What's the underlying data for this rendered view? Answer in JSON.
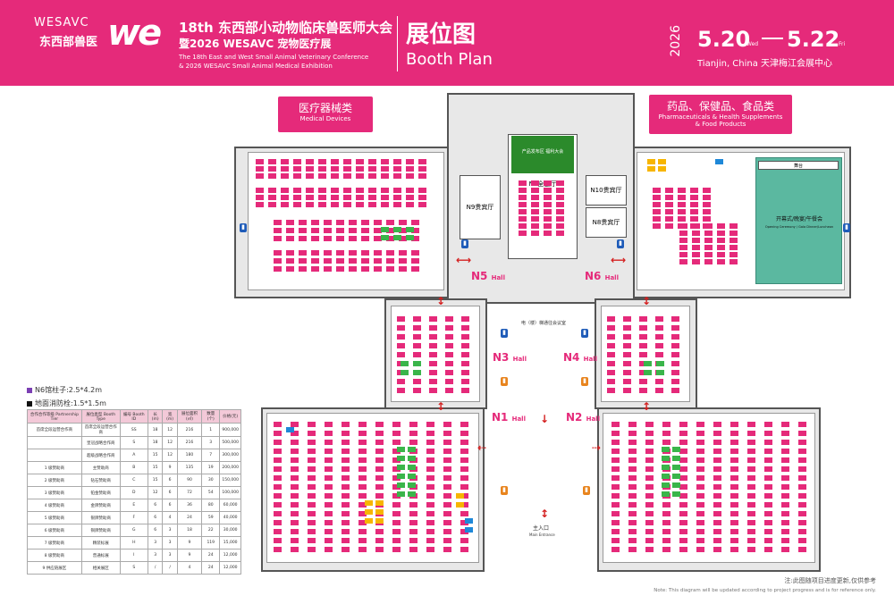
{
  "header": {
    "logo_text": "WESAVC",
    "logo_cn": "东西部兽医",
    "brand": "we",
    "title": "18th 东西部小动物临床兽医师大会",
    "subtitle": "暨2026 WESAVC 宠物医疗展",
    "en1": "The 18th East and West Small Animal Veterinary Conference",
    "en2": "& 2026 WESAVC Small Animal Medical Exhibition",
    "plan_cn": "展位图",
    "plan_en": "Booth Plan",
    "year": "2026",
    "date_start": "5.20",
    "wed": "Wed",
    "date_end": "5.22",
    "fri": "Fri",
    "location": "Tianjin, China   天津梅江会展中心"
  },
  "categories": {
    "medical_cn": "医疗器械类",
    "medical_en": "Medical Devices",
    "pharma_cn": "药品、保健品、食品类",
    "pharma_en1": "Pharmaceuticals & Health Supplements",
    "pharma_en2": "& Food Products"
  },
  "halls": {
    "n1": "N1",
    "n2": "N2",
    "n3": "N3",
    "n4": "N4",
    "n5": "N5",
    "n6": "N6",
    "hall": "Hall"
  },
  "rooms": {
    "n7": "N7全会厅",
    "n9": "N9贵宾厅",
    "n10": "N10贵宾厅",
    "n8": "N8贵宾厅",
    "product": "产品发布区 福利大会",
    "gala": "开幕式/晚宴/午餐会",
    "gala_en": "Opening Ceremony / Gala Dinner/Luncheon",
    "stage": "舞台",
    "elevator": "电（楼）梯通往会议室",
    "entrance": "主入口",
    "entrance_en": "Main Entrance"
  },
  "legend": {
    "pillar_n6": "N6馆柱子:2.5*4.2m",
    "fire": "地面消防栓:1.5*1.5m"
  },
  "tiers": {
    "headers": [
      "合作合作等级 Partnership Tier",
      "展位类型 Booth Type",
      "编号 Booth ID",
      "长(m)",
      "宽(m)",
      "展位面积(㎡)",
      "数量(个)",
      "价格(元)"
    ],
    "rows": [
      [
        "首席全段运营合作商",
        "首席全段运营合作商",
        "SS",
        "18",
        "12",
        "216",
        "1",
        "900,000"
      ],
      [
        "",
        "皇冠战略合作商",
        "S",
        "18",
        "12",
        "216",
        "3",
        "500,000"
      ],
      [
        "",
        "超级战略合作商",
        "A",
        "15",
        "12",
        "180",
        "7",
        "300,000"
      ],
      [
        "1 级赞助商",
        "主赞助商",
        "B",
        "15",
        "9",
        "135",
        "19",
        "200,000"
      ],
      [
        "2 级赞助商",
        "钻石赞助商",
        "C",
        "15",
        "6",
        "90",
        "30",
        "150,000"
      ],
      [
        "3 级赞助商",
        "铂金赞助商",
        "D",
        "12",
        "6",
        "72",
        "54",
        "100,000"
      ],
      [
        "4 级赞助商",
        "金牌赞助商",
        "E",
        "6",
        "6",
        "36",
        "80",
        "60,000"
      ],
      [
        "5 级赞助商",
        "银牌赞助商",
        "F",
        "6",
        "4",
        "24",
        "59",
        "40,000"
      ],
      [
        "6 级赞助商",
        "铜牌赞助商",
        "G",
        "6",
        "3",
        "18",
        "22",
        "30,000"
      ],
      [
        "7 级赞助商",
        "精装标展",
        "H",
        "3",
        "3",
        "9",
        "119",
        "15,000"
      ],
      [
        "8 级赞助商",
        "普通标展",
        "I",
        "3",
        "3",
        "9",
        "24",
        "12,000"
      ],
      [
        "9 供应链展区",
        "相关展区",
        "S",
        "/",
        "/",
        "4",
        "24",
        "12,000"
      ]
    ]
  },
  "notes": {
    "cn": "注:此图随项目进度更新,仅供参考",
    "en": "Note: This diagram will be updated according to project progress and is for reference only."
  }
}
